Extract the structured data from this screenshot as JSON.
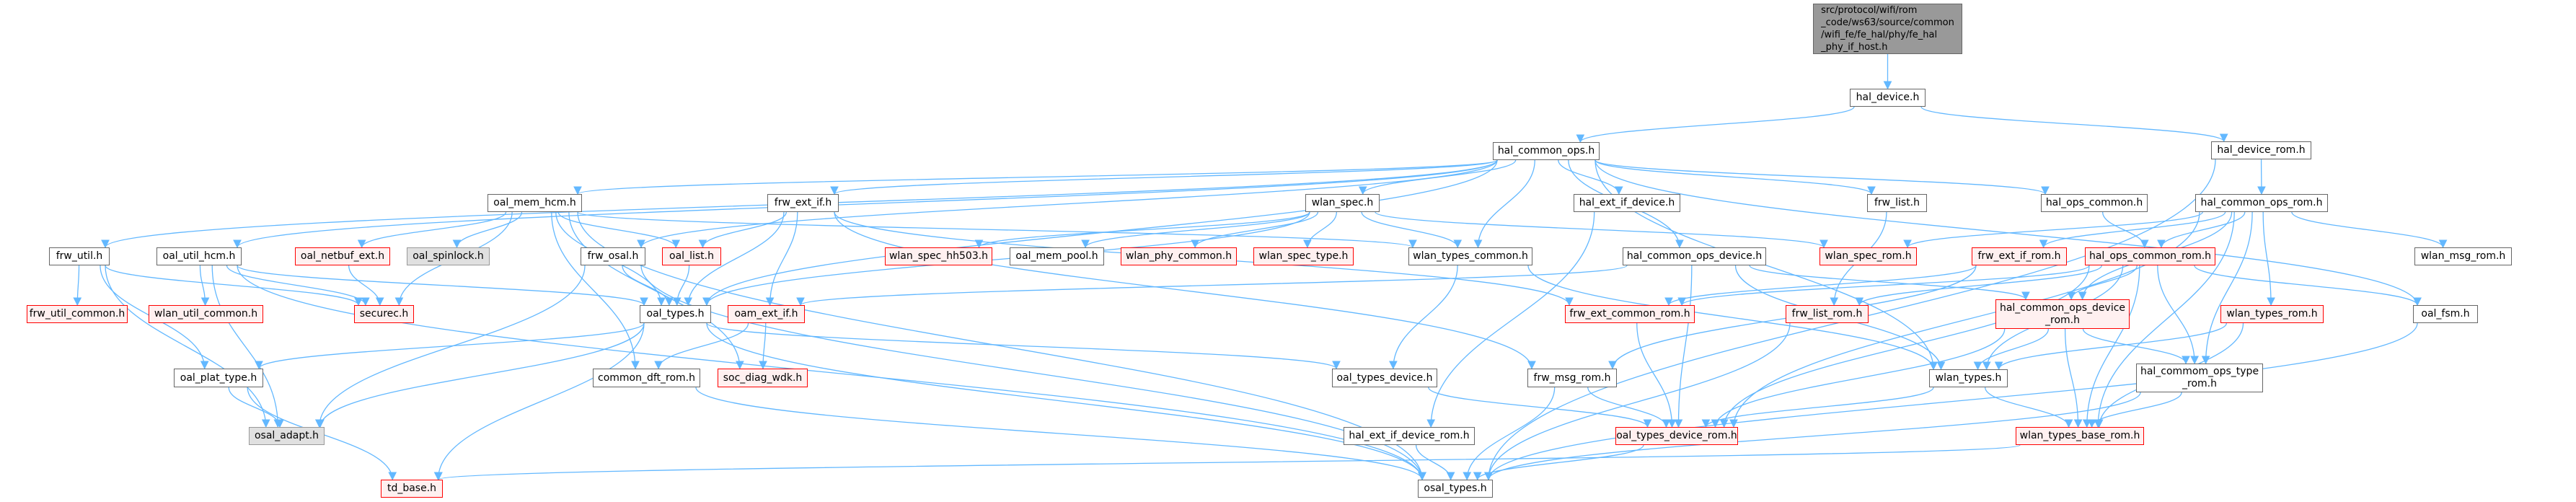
{
  "diagram": {
    "title": "Include dependency graph",
    "colors": {
      "edge": "#63b8ff",
      "node_border": "#666666",
      "node_fill": "#ffffff",
      "missing_border": "#ff0000",
      "missing_fill": "#fff0f0",
      "external_border": "#999999",
      "external_fill": "#e0e0e0",
      "root_fill": "#999999"
    },
    "nodes": [
      {
        "id": "root",
        "label": "src/protocol/wifi/rom\n_code/ws63/source/common\n/wifi_fe/fe_hal/phy/fe_hal\n_phy_if_host.h",
        "style": "root"
      },
      {
        "id": "hal_device",
        "label": "hal_device.h",
        "style": "normal"
      },
      {
        "id": "hal_common_ops",
        "label": "hal_common_ops.h",
        "style": "normal"
      },
      {
        "id": "hal_device_rom",
        "label": "hal_device_rom.h",
        "style": "normal"
      },
      {
        "id": "frw_util",
        "label": "frw_util.h",
        "style": "normal"
      },
      {
        "id": "oal_util_hcm",
        "label": "oal_util_hcm.h",
        "style": "normal"
      },
      {
        "id": "oal_mem_hcm",
        "label": "oal_mem_hcm.h",
        "style": "normal"
      },
      {
        "id": "frw_ext_if",
        "label": "frw_ext_if.h",
        "style": "normal"
      },
      {
        "id": "wlan_spec",
        "label": "wlan_spec.h",
        "style": "normal"
      },
      {
        "id": "hal_ext_if_device",
        "label": "hal_ext_if_device.h",
        "style": "normal"
      },
      {
        "id": "frw_list",
        "label": "frw_list.h",
        "style": "normal"
      },
      {
        "id": "hal_ops_common",
        "label": "hal_ops_common.h",
        "style": "normal"
      },
      {
        "id": "hal_common_ops_rom",
        "label": "hal_common_ops_rom.h",
        "style": "normal"
      },
      {
        "id": "oal_netbuf_ext",
        "label": "oal_netbuf_ext.h",
        "style": "missing"
      },
      {
        "id": "oal_spinlock",
        "label": "oal_spinlock.h",
        "style": "external"
      },
      {
        "id": "frw_osal",
        "label": "frw_osal.h",
        "style": "normal"
      },
      {
        "id": "oal_list",
        "label": "oal_list.h",
        "style": "missing"
      },
      {
        "id": "wlan_spec_hh503",
        "label": "wlan_spec_hh503.h",
        "style": "missing"
      },
      {
        "id": "oal_mem_pool",
        "label": "oal_mem_pool.h",
        "style": "normal"
      },
      {
        "id": "wlan_phy_common",
        "label": "wlan_phy_common.h",
        "style": "missing"
      },
      {
        "id": "wlan_spec_type",
        "label": "wlan_spec_type.h",
        "style": "missing"
      },
      {
        "id": "wlan_types_common",
        "label": "wlan_types_common.h",
        "style": "normal"
      },
      {
        "id": "hal_common_ops_device",
        "label": "hal_common_ops_device.h",
        "style": "normal"
      },
      {
        "id": "wlan_spec_rom",
        "label": "wlan_spec_rom.h",
        "style": "missing"
      },
      {
        "id": "frw_ext_if_rom",
        "label": "frw_ext_if_rom.h",
        "style": "missing"
      },
      {
        "id": "hal_ops_common_rom",
        "label": "hal_ops_common_rom.h",
        "style": "missing"
      },
      {
        "id": "wlan_msg_rom",
        "label": "wlan_msg_rom.h",
        "style": "normal"
      },
      {
        "id": "frw_util_common",
        "label": "frw_util_common.h",
        "style": "missing"
      },
      {
        "id": "wlan_util_common",
        "label": "wlan_util_common.h",
        "style": "missing"
      },
      {
        "id": "securec",
        "label": "securec.h",
        "style": "missing"
      },
      {
        "id": "oal_types",
        "label": "oal_types.h",
        "style": "normal"
      },
      {
        "id": "oam_ext_if",
        "label": "oam_ext_if.h",
        "style": "missing"
      },
      {
        "id": "frw_ext_common_rom",
        "label": "frw_ext_common_rom.h",
        "style": "missing"
      },
      {
        "id": "frw_list_rom",
        "label": "frw_list_rom.h",
        "style": "missing"
      },
      {
        "id": "hal_common_ops_device_rom",
        "label": "hal_common_ops_device\n_rom.h",
        "style": "missing"
      },
      {
        "id": "wlan_types_rom",
        "label": "wlan_types_rom.h",
        "style": "missing"
      },
      {
        "id": "oal_fsm",
        "label": "oal_fsm.h",
        "style": "normal"
      },
      {
        "id": "oal_plat_type",
        "label": "oal_plat_type.h",
        "style": "normal"
      },
      {
        "id": "common_dft_rom",
        "label": "common_dft_rom.h",
        "style": "normal"
      },
      {
        "id": "soc_diag_wdk",
        "label": "soc_diag_wdk.h",
        "style": "missing"
      },
      {
        "id": "oal_types_device",
        "label": "oal_types_device.h",
        "style": "normal"
      },
      {
        "id": "frw_msg_rom",
        "label": "frw_msg_rom.h",
        "style": "normal"
      },
      {
        "id": "wlan_types",
        "label": "wlan_types.h",
        "style": "normal"
      },
      {
        "id": "hal_commom_ops_type_rom",
        "label": "hal_commom_ops_type\n_rom.h",
        "style": "normal"
      },
      {
        "id": "osal_adapt",
        "label": "osal_adapt.h",
        "style": "external"
      },
      {
        "id": "hal_ext_if_device_rom",
        "label": "hal_ext_if_device_rom.h",
        "style": "normal"
      },
      {
        "id": "oal_types_device_rom",
        "label": "oal_types_device_rom.h",
        "style": "missing"
      },
      {
        "id": "wlan_types_base_rom",
        "label": "wlan_types_base_rom.h",
        "style": "missing"
      },
      {
        "id": "td_base",
        "label": "td_base.h",
        "style": "missing"
      },
      {
        "id": "osal_types",
        "label": "osal_types.h",
        "style": "normal"
      }
    ],
    "edges": [
      [
        "root",
        "hal_device"
      ],
      [
        "hal_device",
        "hal_common_ops"
      ],
      [
        "hal_device",
        "hal_device_rom"
      ],
      [
        "hal_common_ops",
        "frw_util"
      ],
      [
        "hal_common_ops",
        "oal_util_hcm"
      ],
      [
        "hal_common_ops",
        "oal_mem_hcm"
      ],
      [
        "hal_common_ops",
        "frw_ext_if"
      ],
      [
        "hal_common_ops",
        "wlan_spec"
      ],
      [
        "hal_common_ops",
        "hal_ext_if_device"
      ],
      [
        "hal_common_ops",
        "frw_list"
      ],
      [
        "hal_common_ops",
        "hal_ops_common"
      ],
      [
        "hal_common_ops",
        "hal_common_ops_device"
      ],
      [
        "hal_common_ops",
        "wlan_types_common"
      ],
      [
        "hal_common_ops",
        "frw_osal"
      ],
      [
        "hal_common_ops",
        "oal_types"
      ],
      [
        "hal_common_ops",
        "oal_fsm"
      ],
      [
        "hal_common_ops",
        "wlan_types"
      ],
      [
        "hal_device_rom",
        "hal_common_ops_rom"
      ],
      [
        "hal_device_rom",
        "osal_types"
      ],
      [
        "frw_util",
        "frw_util_common"
      ],
      [
        "frw_util",
        "securec"
      ],
      [
        "frw_util",
        "oal_plat_type"
      ],
      [
        "frw_util",
        "osal_adapt"
      ],
      [
        "oal_util_hcm",
        "wlan_util_common"
      ],
      [
        "oal_util_hcm",
        "securec"
      ],
      [
        "oal_util_hcm",
        "oal_types"
      ],
      [
        "oal_util_hcm",
        "osal_adapt"
      ],
      [
        "oal_util_hcm",
        "osal_types"
      ],
      [
        "oal_mem_hcm",
        "oal_netbuf_ext"
      ],
      [
        "oal_mem_hcm",
        "oal_spinlock"
      ],
      [
        "oal_mem_hcm",
        "oal_list"
      ],
      [
        "oal_mem_hcm",
        "securec"
      ],
      [
        "oal_mem_hcm",
        "oal_types"
      ],
      [
        "oal_mem_hcm",
        "wlan_types_common"
      ],
      [
        "oal_mem_hcm",
        "soc_diag_wdk"
      ],
      [
        "oal_mem_hcm",
        "common_dft_rom"
      ],
      [
        "oal_mem_hcm",
        "osal_types"
      ],
      [
        "oal_netbuf_ext",
        "securec"
      ],
      [
        "frw_ext_if",
        "oal_list"
      ],
      [
        "frw_ext_if",
        "oal_types"
      ],
      [
        "frw_ext_if",
        "oam_ext_if"
      ],
      [
        "frw_ext_if",
        "frw_ext_common_rom"
      ],
      [
        "frw_ext_if",
        "frw_msg_rom"
      ],
      [
        "frw_osal",
        "oal_types"
      ],
      [
        "frw_osal",
        "osal_adapt"
      ],
      [
        "frw_osal",
        "osal_types"
      ],
      [
        "oal_list",
        "oal_types"
      ],
      [
        "wlan_spec",
        "wlan_spec_hh503"
      ],
      [
        "wlan_spec",
        "oal_mem_pool"
      ],
      [
        "wlan_spec",
        "wlan_phy_common"
      ],
      [
        "wlan_spec",
        "wlan_spec_type"
      ],
      [
        "wlan_spec",
        "wlan_types_common"
      ],
      [
        "wlan_spec",
        "wlan_spec_rom"
      ],
      [
        "wlan_spec",
        "oal_types"
      ],
      [
        "wlan_types_common",
        "oal_types_device"
      ],
      [
        "wlan_types_common",
        "wlan_types"
      ],
      [
        "hal_ext_if_device",
        "hal_ext_if_device_rom"
      ],
      [
        "hal_common_ops_device",
        "oam_ext_if"
      ],
      [
        "hal_common_ops_device",
        "wlan_types"
      ],
      [
        "hal_common_ops_device",
        "oal_types_device_rom"
      ],
      [
        "hal_common_ops_device",
        "hal_common_ops_device_rom"
      ],
      [
        "frw_list",
        "frw_list_rom"
      ],
      [
        "hal_ops_common",
        "hal_ops_common_rom"
      ],
      [
        "hal_common_ops_rom",
        "wlan_spec_rom"
      ],
      [
        "hal_common_ops_rom",
        "frw_ext_if_rom"
      ],
      [
        "hal_common_ops_rom",
        "hal_ops_common_rom"
      ],
      [
        "hal_common_ops_rom",
        "wlan_msg_rom"
      ],
      [
        "hal_common_ops_rom",
        "wlan_types_rom"
      ],
      [
        "hal_common_ops_rom",
        "hal_common_ops_device_rom"
      ],
      [
        "hal_common_ops_rom",
        "hal_commom_ops_type_rom"
      ],
      [
        "hal_common_ops_rom",
        "wlan_types_base_rom"
      ],
      [
        "hal_common_ops_rom",
        "oal_types_device_rom"
      ],
      [
        "frw_ext_if_rom",
        "frw_ext_common_rom"
      ],
      [
        "frw_ext_if_rom",
        "frw_msg_rom"
      ],
      [
        "hal_ops_common_rom",
        "frw_ext_common_rom"
      ],
      [
        "hal_ops_common_rom",
        "frw_list_rom"
      ],
      [
        "hal_ops_common_rom",
        "hal_common_ops_device_rom"
      ],
      [
        "hal_ops_common_rom",
        "wlan_types"
      ],
      [
        "hal_ops_common_rom",
        "oal_fsm"
      ],
      [
        "hal_ops_common_rom",
        "hal_commom_ops_type_rom"
      ],
      [
        "hal_ops_common_rom",
        "wlan_types_base_rom"
      ],
      [
        "hal_ops_common_rom",
        "oal_types_device_rom"
      ],
      [
        "oal_types",
        "oal_plat_type"
      ],
      [
        "oal_types",
        "osal_adapt"
      ],
      [
        "oal_types",
        "td_base"
      ],
      [
        "oal_types",
        "oal_types_device"
      ],
      [
        "oal_types",
        "osal_types"
      ],
      [
        "oam_ext_if",
        "common_dft_rom"
      ],
      [
        "oam_ext_if",
        "soc_diag_wdk"
      ],
      [
        "frw_ext_common_rom",
        "oal_types_device_rom"
      ],
      [
        "frw_list_rom",
        "osal_types"
      ],
      [
        "hal_common_ops_device_rom",
        "wlan_types"
      ],
      [
        "hal_common_ops_device_rom",
        "hal_commom_ops_type_rom"
      ],
      [
        "hal_common_ops_device_rom",
        "wlan_types_base_rom"
      ],
      [
        "hal_common_ops_device_rom",
        "oal_types_device_rom"
      ],
      [
        "wlan_types_rom",
        "wlan_types"
      ],
      [
        "wlan_types_rom",
        "wlan_types_base_rom"
      ],
      [
        "oal_fsm",
        "osal_types"
      ],
      [
        "oal_plat_type",
        "osal_adapt"
      ],
      [
        "oal_plat_type",
        "td_base"
      ],
      [
        "common_dft_rom",
        "osal_types"
      ],
      [
        "oal_types_device",
        "oal_types_device_rom"
      ],
      [
        "frw_msg_rom",
        "oal_types_device_rom"
      ],
      [
        "frw_msg_rom",
        "osal_types"
      ],
      [
        "wlan_types",
        "oal_types_device_rom"
      ],
      [
        "wlan_types",
        "wlan_types_base_rom"
      ],
      [
        "hal_commom_ops_type_rom",
        "wlan_types_base_rom"
      ],
      [
        "hal_commom_ops_type_rom",
        "osal_types"
      ],
      [
        "hal_ext_if_device_rom",
        "osal_types"
      ],
      [
        "oal_types_device_rom",
        "osal_types"
      ],
      [
        "wlan_types_base_rom",
        "td_base"
      ]
    ]
  }
}
